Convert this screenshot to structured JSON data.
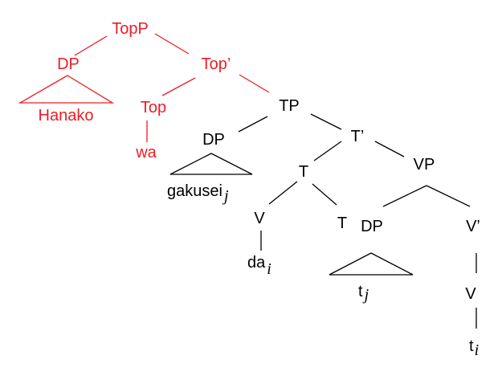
{
  "colors": {
    "highlight": "#ee1c24",
    "normal": "#000000"
  },
  "nodes": {
    "topp": "TopP",
    "dp_hanako": "DP",
    "top_bar": "Top’",
    "hanako": "Hanako",
    "top": "Top",
    "wa": "wa",
    "tp": "TP",
    "dp_gakusei": "DP",
    "t_bar": "T’",
    "gakusei": "gakusei",
    "gakusei_index": "j",
    "t_node": "T",
    "vp": "VP",
    "v_node": "V",
    "t_head": "T",
    "dp_trace": "DP",
    "v_bar": "V’",
    "da": "da",
    "da_index": "i",
    "trace_j": "t",
    "trace_j_index": "j",
    "v_lower": "V",
    "trace_i": "t",
    "trace_i_index": "i"
  }
}
